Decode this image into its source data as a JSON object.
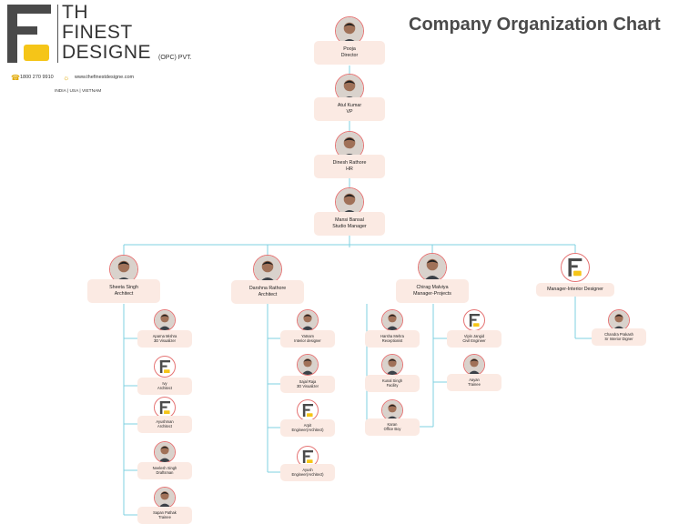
{
  "header": {
    "title": "Company Organization Chart",
    "brand_line1": "TH",
    "brand_line2": "FINEST",
    "brand_line3": "DESIGNE",
    "brand_suffix": "(OPC) PVT.",
    "phone": "1800 270 9910",
    "website": "www.thefinestdesigne.com",
    "regions": "INDIA | USA | VIETNAM"
  },
  "people": [
    {
      "id": "pooja",
      "name": "Pooja",
      "role": "Director",
      "avatar": "photo",
      "size": "big"
    },
    {
      "id": "atul",
      "name": "Atul Kumar",
      "role": "VP",
      "avatar": "photo",
      "size": "big"
    },
    {
      "id": "dinesh",
      "name": "Dinesh Rathore",
      "role": "HR",
      "avatar": "photo",
      "size": "big"
    },
    {
      "id": "mansi",
      "name": "Mansi Bansal",
      "role": "Studio Manager",
      "avatar": "photo",
      "size": "big"
    },
    {
      "id": "sheeta",
      "name": "Sheeta Singh",
      "role": "Architect",
      "avatar": "photo",
      "size": "big"
    },
    {
      "id": "darshna",
      "name": "Darshna Rathore",
      "role": "Architect",
      "avatar": "photo",
      "size": "big"
    },
    {
      "id": "chirag",
      "name": "Chirag Malviya",
      "role": "Manager-Projects",
      "avatar": "photo",
      "size": "big"
    },
    {
      "id": "mgr_int",
      "name": "Manager-Interior Designer",
      "role": "",
      "avatar": "logo",
      "size": "big"
    },
    {
      "id": "aparna",
      "name": "Aparna Mishra",
      "role": "3D Visualizer",
      "avatar": "photo",
      "size": "sm"
    },
    {
      "id": "ivy",
      "name": "Ivy",
      "role": "Architect",
      "avatar": "logo",
      "size": "sm"
    },
    {
      "id": "ayushman",
      "name": "Ayushman",
      "role": "Architect",
      "avatar": "logo",
      "size": "sm"
    },
    {
      "id": "neelesh",
      "name": "Neelesh Singh",
      "role": "Draftsman",
      "avatar": "photo",
      "size": "sm"
    },
    {
      "id": "sapan",
      "name": "Sapan Pathak",
      "role": "Trainee",
      "avatar": "photo",
      "size": "sm"
    },
    {
      "id": "yatnam",
      "name": "Yatnam",
      "role": "Interior designer",
      "avatar": "photo",
      "size": "sm"
    },
    {
      "id": "sajal",
      "name": "Sajal Raja",
      "role": "3D Visualizer",
      "avatar": "photo",
      "size": "sm"
    },
    {
      "id": "arpit",
      "name": "Arpit",
      "role": "Engineer(Architect)",
      "avatar": "logo",
      "size": "sm"
    },
    {
      "id": "ayush",
      "name": "Ayush",
      "role": "Engineer(Architect)",
      "avatar": "logo",
      "size": "sm"
    },
    {
      "id": "harsha",
      "name": "Harsha Mehra",
      "role": "Receptionist",
      "avatar": "photo",
      "size": "sm"
    },
    {
      "id": "kunal",
      "name": "Kunal Singh",
      "role": "Facility",
      "avatar": "photo",
      "size": "sm"
    },
    {
      "id": "karan",
      "name": "Karan",
      "role": "Office Boy",
      "avatar": "photo",
      "size": "sm"
    },
    {
      "id": "vipin",
      "name": "Vipin Jangid",
      "role": "Civil Engineer",
      "avatar": "logo",
      "size": "sm"
    },
    {
      "id": "aayan",
      "name": "Aayan",
      "role": "Trainee",
      "avatar": "photo",
      "size": "sm"
    },
    {
      "id": "chandra",
      "name": "Chandra Prakash",
      "role": "Sr Interior Digner",
      "avatar": "photo",
      "size": "sm"
    }
  ],
  "colors": {
    "connector": "#7fd0e0",
    "card_bg": "#fbeae3",
    "avatar_border": "#e57373",
    "logo_dark": "#4a4a4a",
    "logo_accent": "#f5c518"
  }
}
